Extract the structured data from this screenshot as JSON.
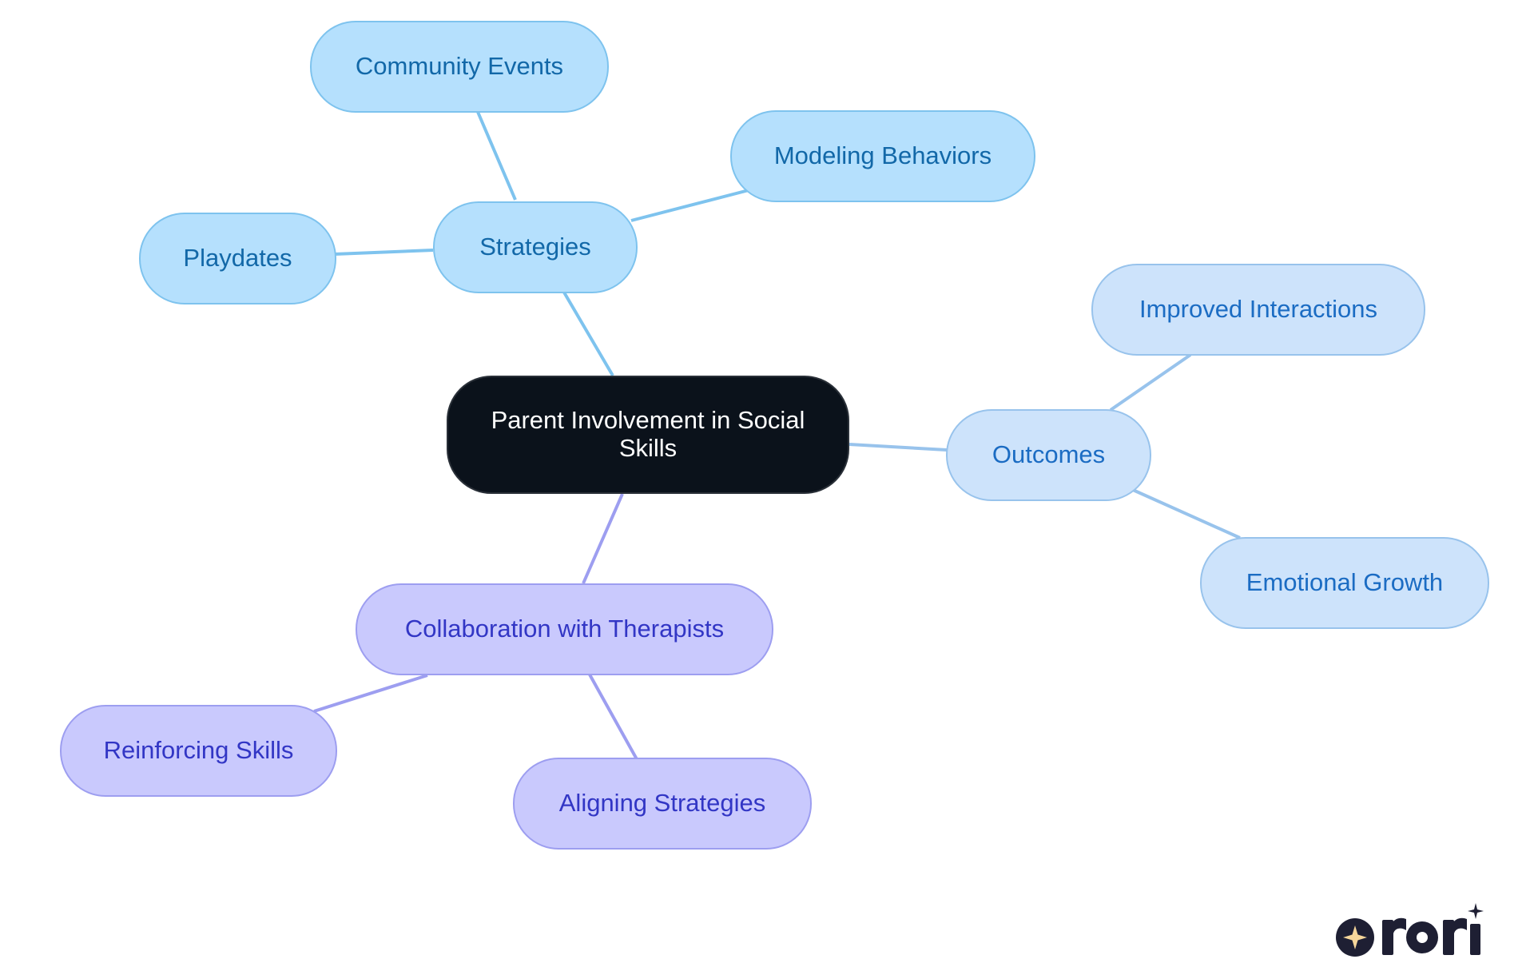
{
  "diagram": {
    "root": {
      "label": "Parent Involvement in Social Skills"
    },
    "branches": [
      {
        "label": "Strategies",
        "children": [
          "Community Events",
          "Modeling Behaviors",
          "Playdates"
        ]
      },
      {
        "label": "Outcomes",
        "children": [
          "Improved Interactions",
          "Emotional Growth"
        ]
      },
      {
        "label": "Collaboration with Therapists",
        "children": [
          "Reinforcing Skills",
          "Aligning Strategies"
        ]
      }
    ]
  },
  "colors": {
    "root_fill": "#0b121b",
    "strategies_fill": "#b5e0fd",
    "strategies_line": "#7ec3ee",
    "outcomes_fill": "#cde3fb",
    "outcomes_line": "#98c3ec",
    "collaboration_fill": "#c9c9fd",
    "collaboration_line": "#9d9ef0"
  },
  "logo": {
    "icon": "sparkle-icon"
  }
}
